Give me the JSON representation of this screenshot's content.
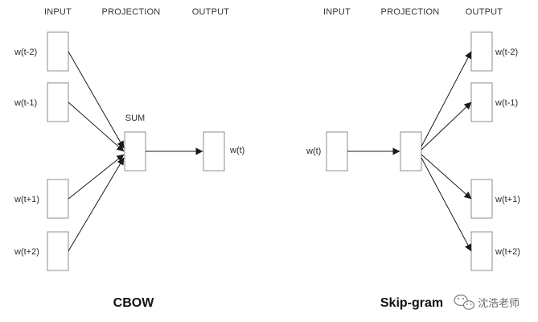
{
  "cbow": {
    "headers": {
      "input": "INPUT",
      "projection": "PROJECTION",
      "output": "OUTPUT"
    },
    "inputs": [
      "w(t-2)",
      "w(t-1)",
      "w(t+1)",
      "w(t+2)"
    ],
    "sum_label": "SUM",
    "output": "w(t)",
    "title": "CBOW"
  },
  "skipgram": {
    "headers": {
      "input": "INPUT",
      "projection": "PROJECTION",
      "output": "OUTPUT"
    },
    "input": "w(t)",
    "outputs": [
      "w(t-2)",
      "w(t-1)",
      "w(t+1)",
      "w(t+2)"
    ],
    "title": "Skip-gram"
  },
  "watermark": {
    "text": "沈浩老师",
    "icon": "wechat-icon"
  },
  "colors": {
    "line": "#1a1a1a",
    "box_border": "#8c8c8c",
    "text": "#2b2b2b"
  }
}
